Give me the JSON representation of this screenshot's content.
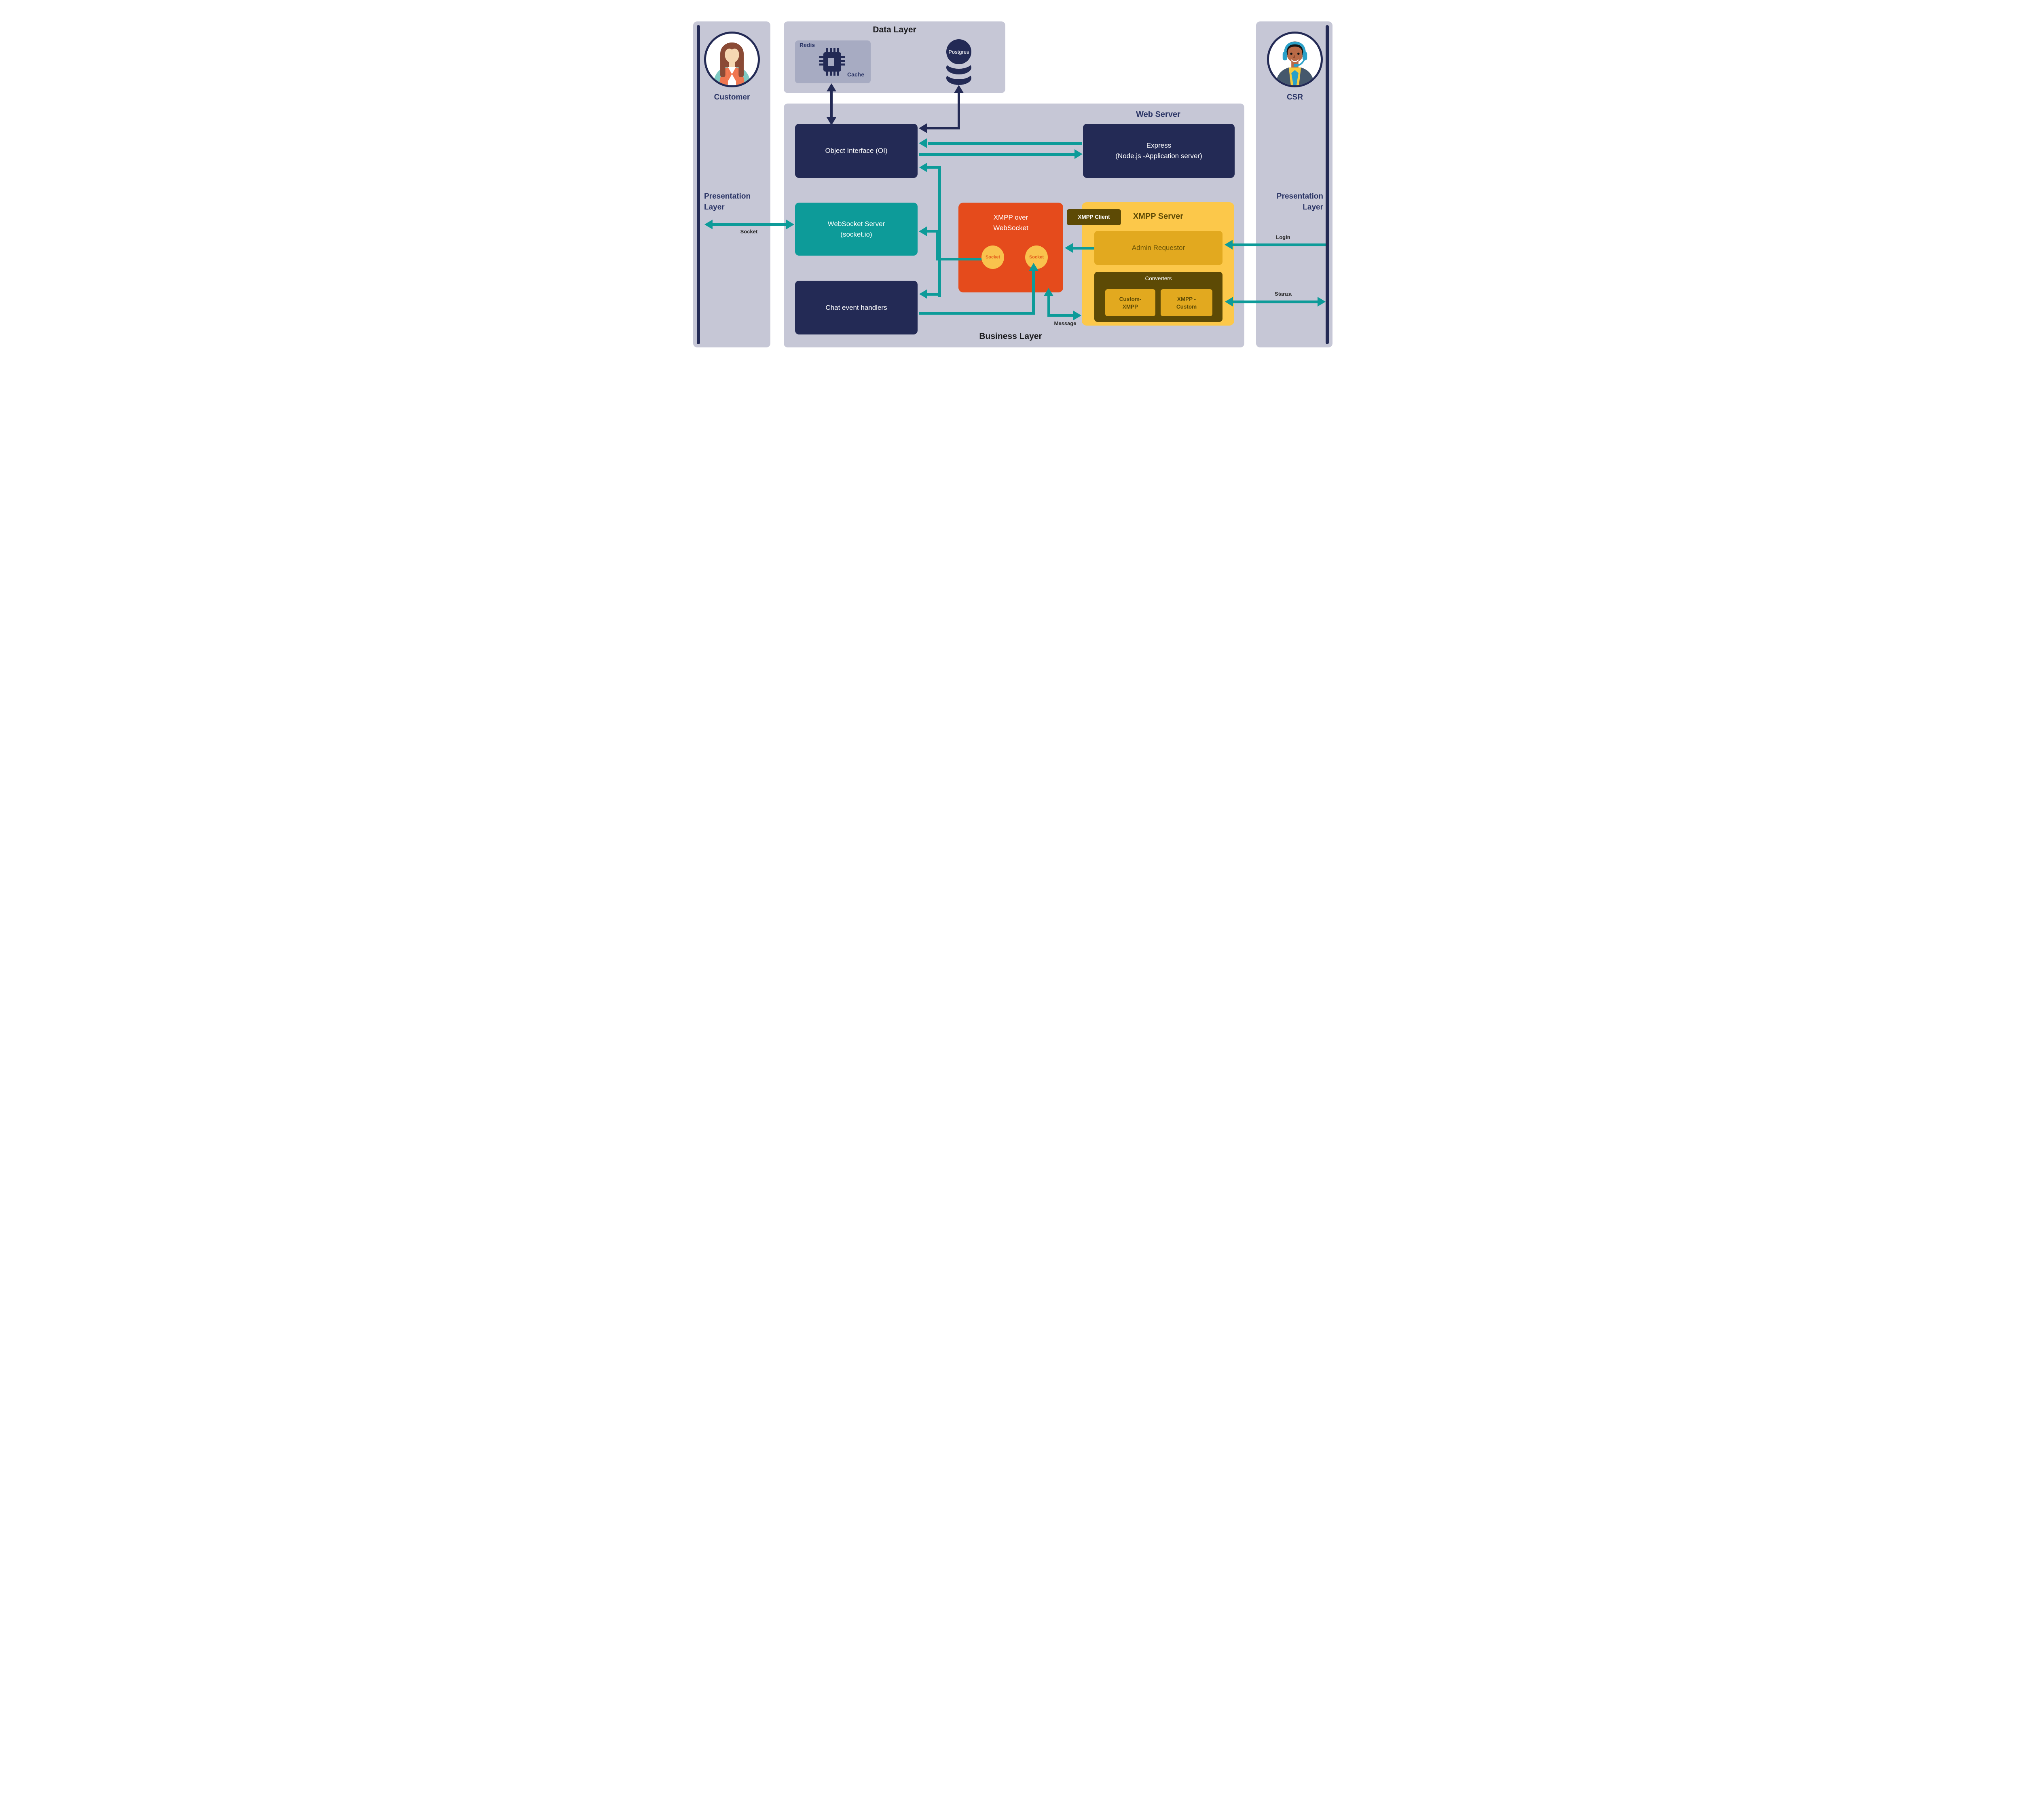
{
  "colors": {
    "lavender": "#c6c7d6",
    "navy": "#232a55",
    "teal": "#0d9b99",
    "orange": "#e54b1c",
    "yellow": "#fcc84a",
    "gold": "#e2a91f",
    "olive": "#5d4a05",
    "olive_text": "#6b5406",
    "redis_grey": "#a7abc2",
    "label_dark": "#262626",
    "navy_text": "#2b3566",
    "socket_text": "#e2591a"
  },
  "left_panel": {
    "persona_label": "Customer",
    "layer_label_line1": "Presentation",
    "layer_label_line2": "Layer",
    "socket_arrow_label": "Socket"
  },
  "data_layer": {
    "title": "Data Layer",
    "redis_label": "Redis",
    "cache_label": "Cache",
    "postgres_label": "Postgres"
  },
  "web_server": {
    "title": "Web Server",
    "express_line1": "Express",
    "express_line2": "(Node.js -Application server)"
  },
  "business_layer": {
    "title": "Business Layer",
    "oi_label": "Object Interface (OI)",
    "websocket_line1": "WebSocket Server",
    "websocket_line2": "(socket.io)",
    "chat_label": "Chat event handlers",
    "xmpp_ws_line1": "XMPP over",
    "xmpp_ws_line2": "WebSocket",
    "socket1_label": "Socket",
    "socket2_label": "Socket",
    "message_label": "Message"
  },
  "xmpp_server": {
    "title": "XMPP Server",
    "client_badge": "XMPP Client",
    "admin_label": "Admin Requestor",
    "converters_title": "Converters",
    "converter1_line1": "Custom-",
    "converter1_line2": "XMPP",
    "converter2_line1": "XMPP -",
    "converter2_line2": "Custom"
  },
  "right_panel": {
    "persona_label": "CSR",
    "layer_label_line1": "Presentation",
    "layer_label_line2": "Layer",
    "login_arrow_label": "Login",
    "stanza_arrow_label": "Stanza"
  }
}
